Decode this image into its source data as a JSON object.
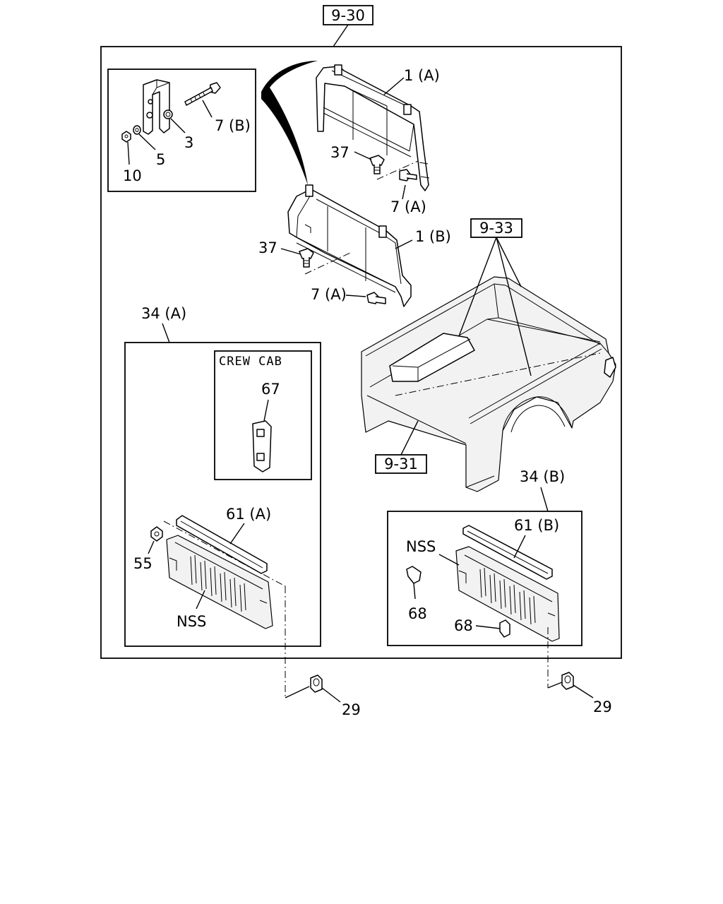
{
  "refs": {
    "r9_30": "9-30",
    "r9_33": "9-33",
    "r9_31": "9-31"
  },
  "inset_title": "CREW CAB",
  "callouts": {
    "p1a": "1 (A)",
    "p1b": "1 (B)",
    "p3": "3",
    "p5": "5",
    "p10": "10",
    "p7b": "7 (B)",
    "p37_top": "37",
    "p7a_top": "7 (A)",
    "p37_mid": "37",
    "p7a_mid": "7 (A)",
    "p34a": "34 (A)",
    "p34b": "34 (B)",
    "p67": "67",
    "p61a": "61 (A)",
    "p55": "55",
    "nss_left": "NSS",
    "p61b": "61 (B)",
    "nss_right": "NSS",
    "p68_left": "68",
    "p68_right": "68",
    "p29_left": "29",
    "p29_right": "29"
  }
}
